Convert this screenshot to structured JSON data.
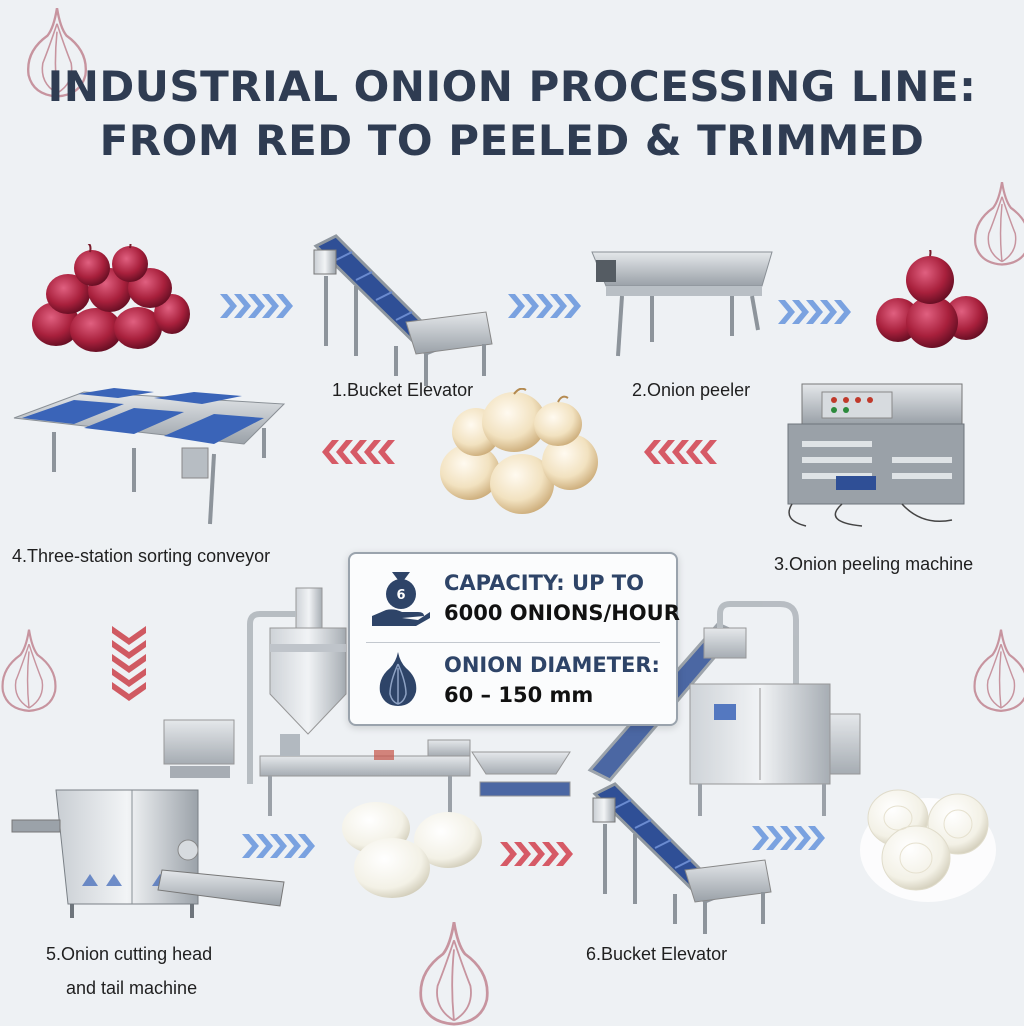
{
  "title": {
    "line1": "INDUSTRIAL ONION PROCESSING LINE:",
    "line2": "FROM RED TO PEELED & TRIMMED"
  },
  "steps": [
    {
      "label": "1.Bucket Elevator"
    },
    {
      "label": "2.Onion peeler"
    },
    {
      "label": "3.Onion peeling machine"
    },
    {
      "label": "4.Three-station sorting conveyor"
    },
    {
      "label": "5.Onion cutting head",
      "label_line2": "and tail machine"
    },
    {
      "label": "6.Bucket Elevator"
    }
  ],
  "specs": {
    "capacity_label": "CAPACITY: UP TO",
    "capacity_value": "6000 ONIONS/HOUR",
    "capacity_icon_number": "6",
    "diameter_label": "ONION DIAMETER:",
    "diameter_value": "60 – 150 mm"
  },
  "icons": [
    "money-bag-hand-icon",
    "onion-icon",
    "chevron-arrow-icon"
  ],
  "colors": {
    "title": "#2f3c52",
    "arrow_blue": "#4a78c8",
    "arrow_red": "#c0323c",
    "onion_red": "#a8203c",
    "onion_outline": "#c7949f",
    "belt_blue": "#2f4f96"
  }
}
